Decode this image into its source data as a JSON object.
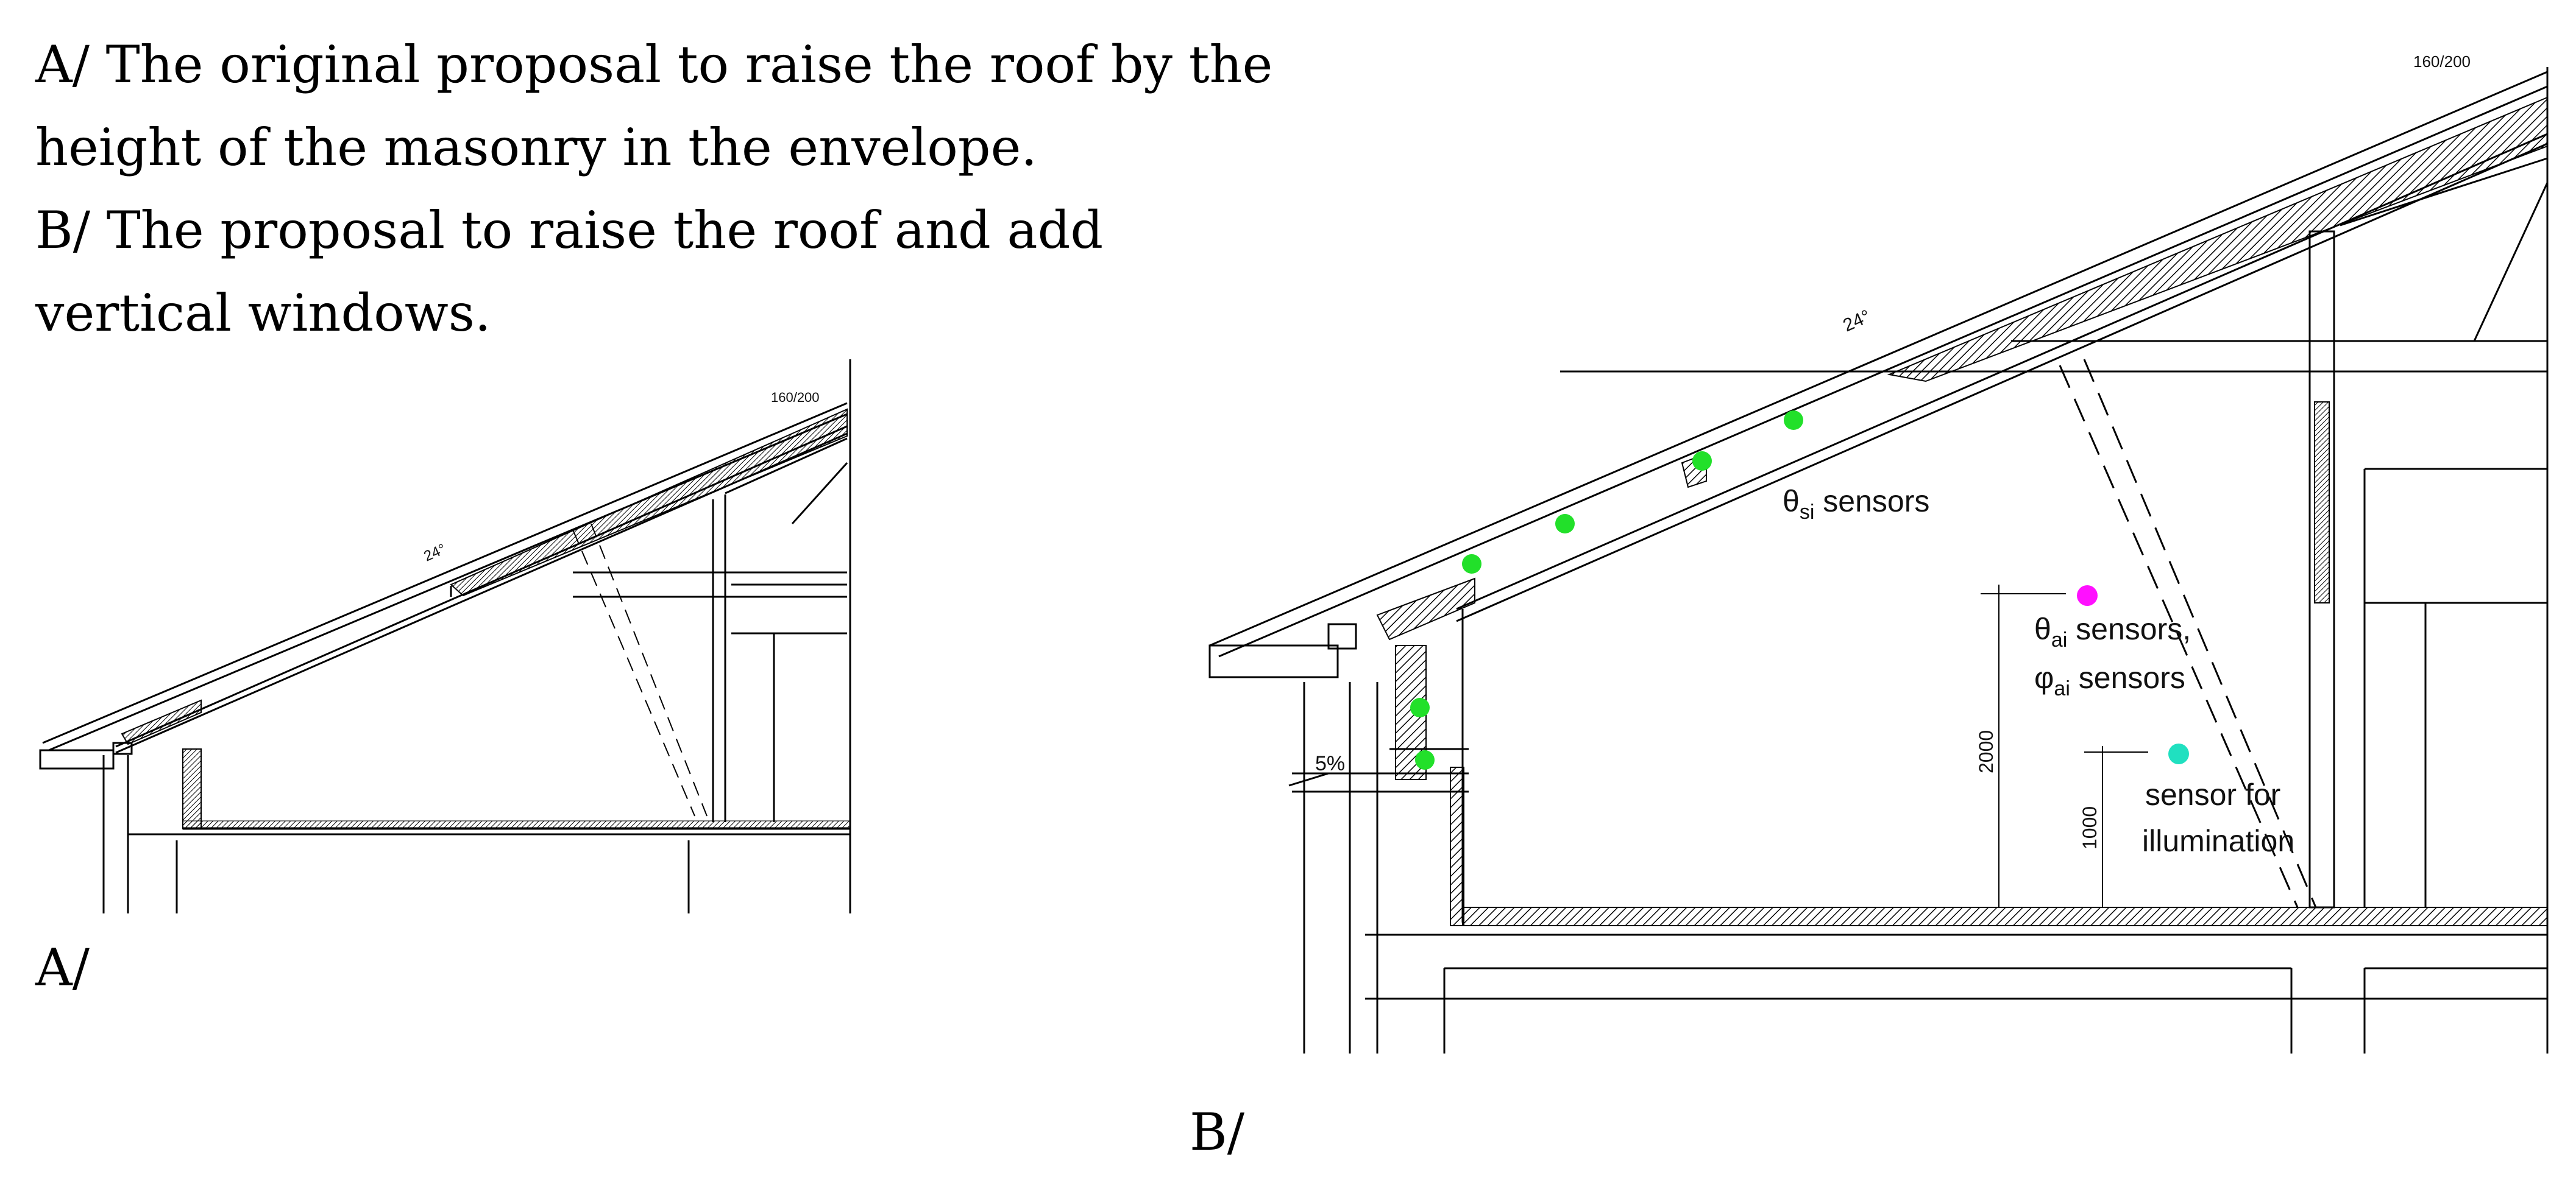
{
  "caption": {
    "line1": "A/ The original proposal to raise the roof by the",
    "line2": "height of the masonry in the envelope.",
    "line3": "B/ The proposal to raise the roof and add",
    "line4": "vertical windows."
  },
  "panel_a": {
    "label": "A/",
    "dim_label": "160/200",
    "angle_label": "24°"
  },
  "panel_b": {
    "label": "B/",
    "dim_label": "160/200",
    "angle_label": "24°",
    "slope_label": "5%",
    "height_2000": "2000",
    "height_1000": "1000",
    "theta_si": {
      "symbol": "θ",
      "sub": "si",
      "text": " sensors"
    },
    "theta_ai": {
      "symbol": "θ",
      "sub": "ai",
      "text": " sensors,"
    },
    "phi_ai": {
      "symbol": "φ",
      "sub": "ai",
      "text": " sensors"
    },
    "illum_line1": "sensor for",
    "illum_line2": "illumination",
    "colors": {
      "surface_sensor": "#22e02a",
      "air_sensor": "#ff10ff",
      "illum_sensor": "#20e0c0"
    }
  }
}
